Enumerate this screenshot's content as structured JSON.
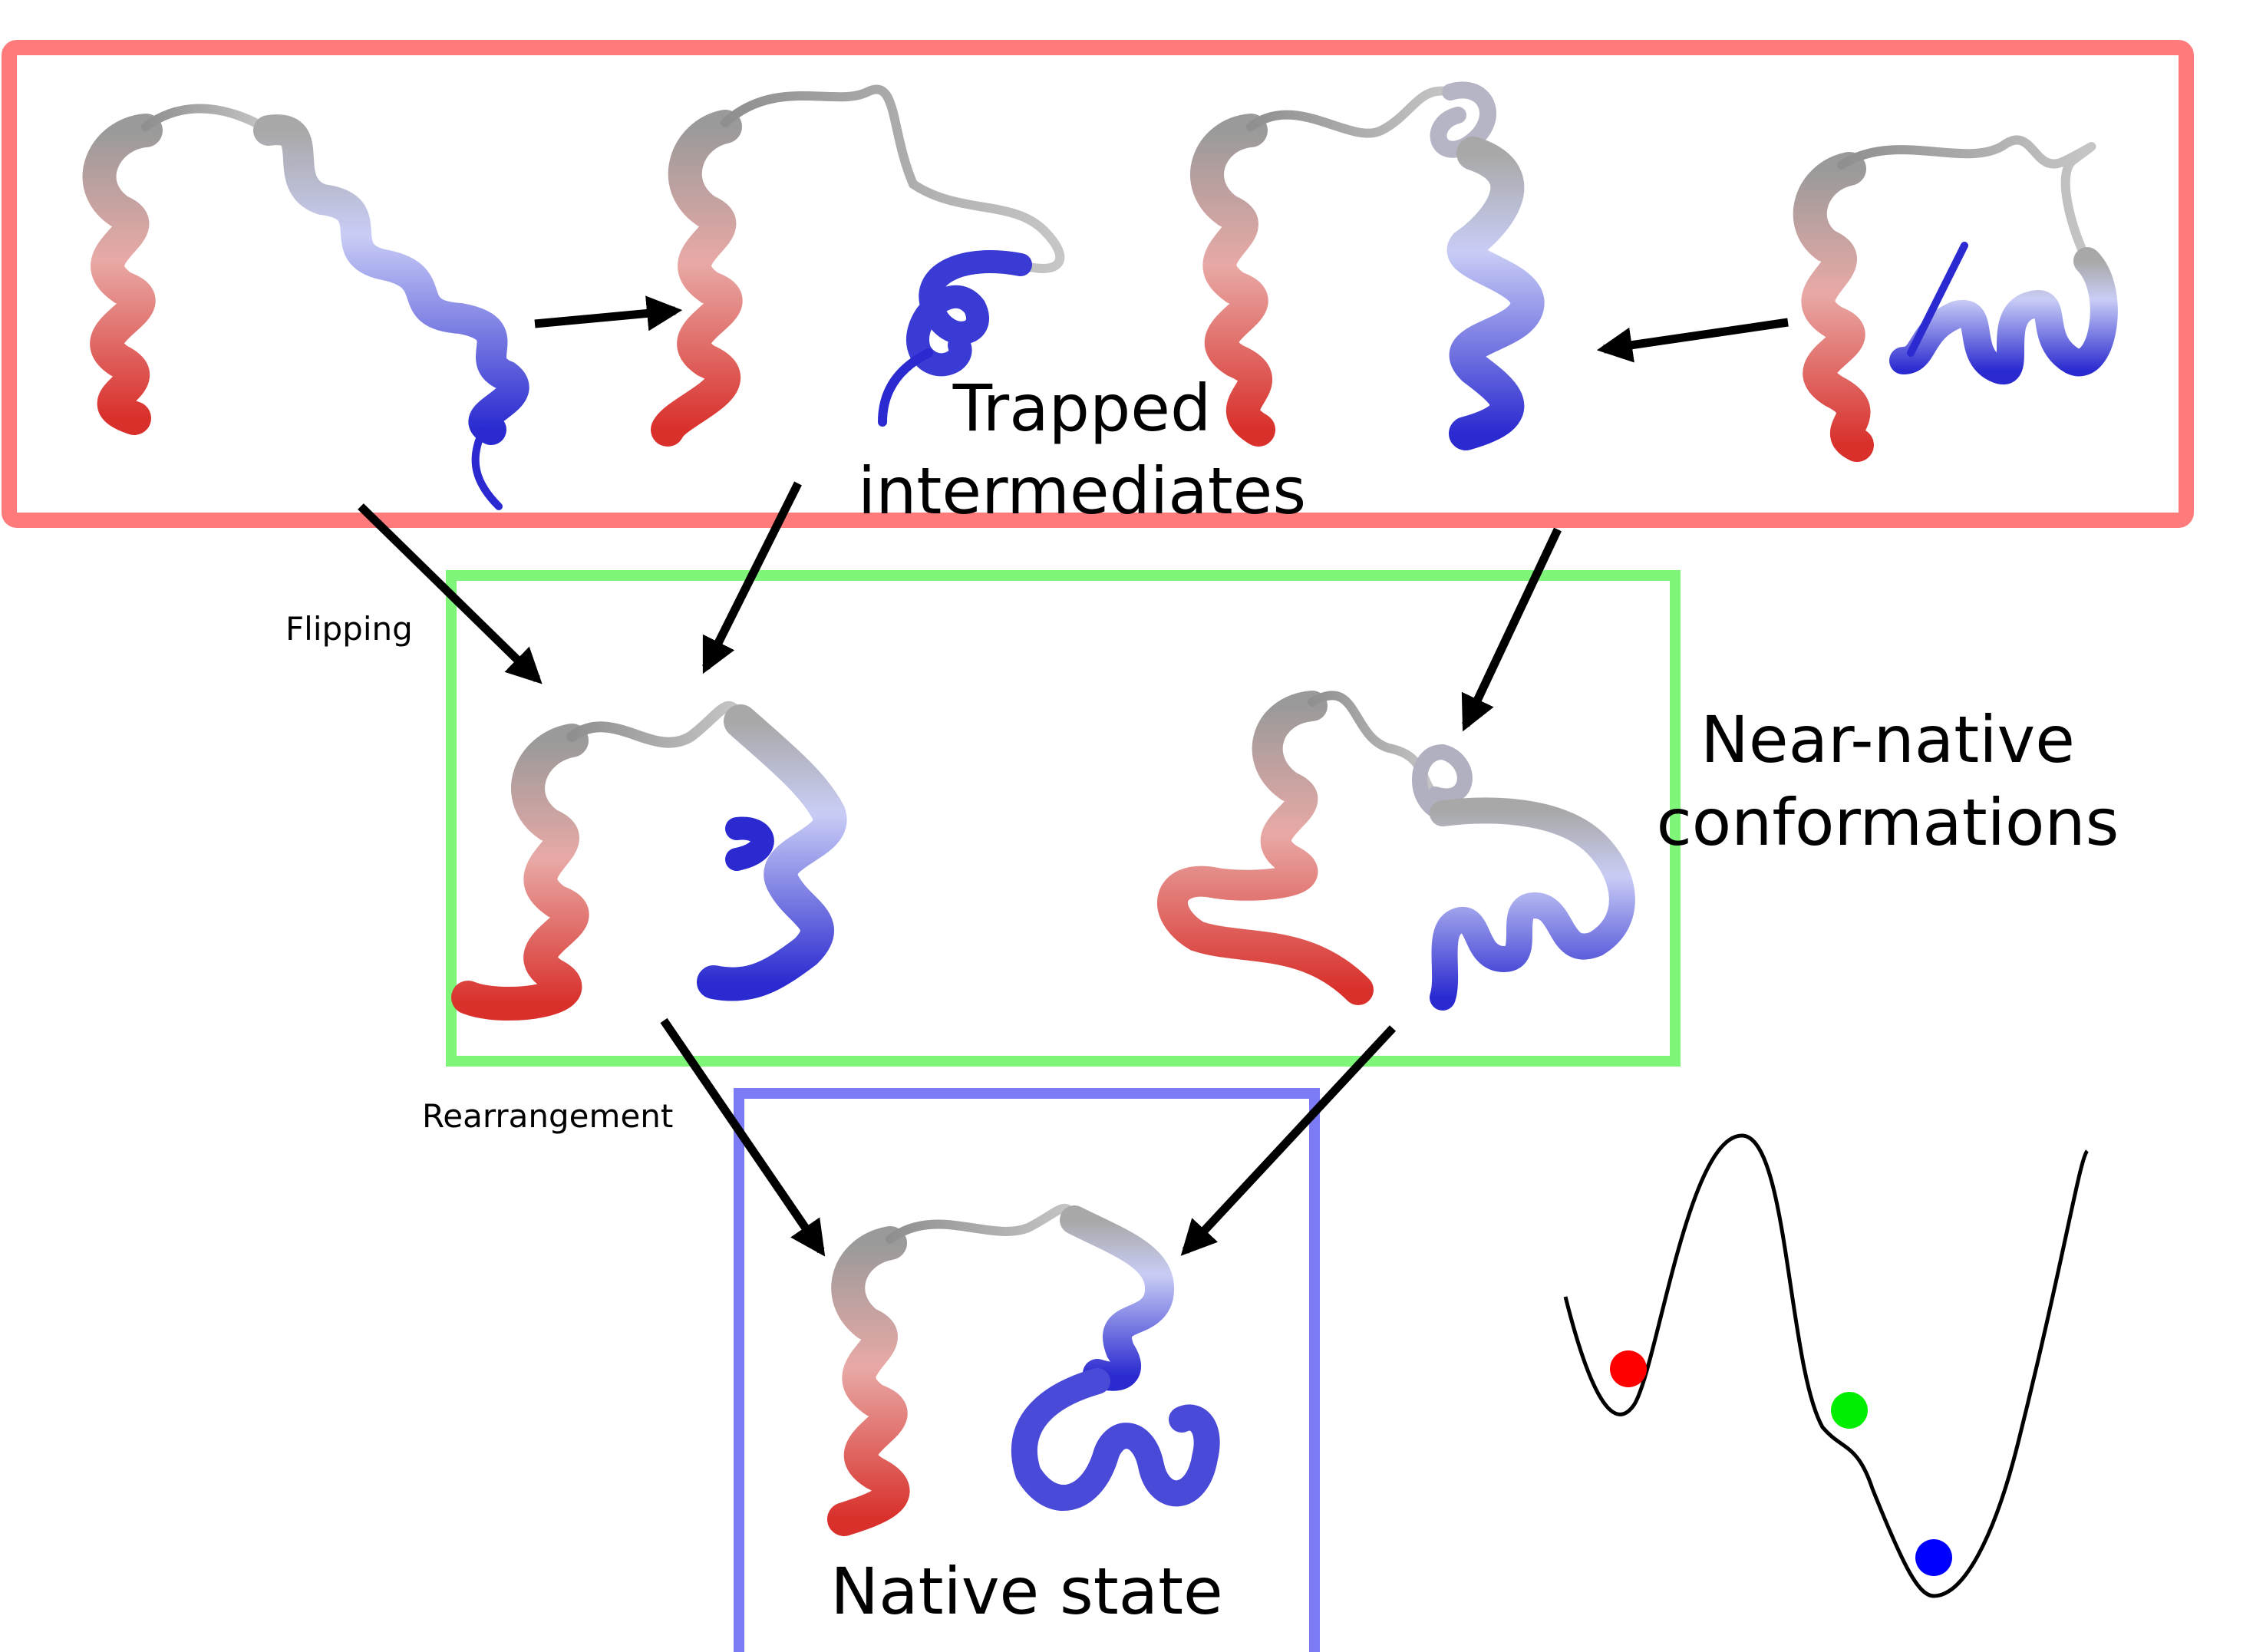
{
  "labels": {
    "trapped_line1": "Trapped",
    "trapped_line2": "intermediates",
    "near_native_line1": "Near-native",
    "near_native_line2": "conformations",
    "native_state": "Native state",
    "flipping": "Flipping",
    "rearrangement": "Rearrangement"
  },
  "colors": {
    "trapped_box": "#ff7b7b",
    "near_native_box": "#7ff57a",
    "native_box": "#7b7bf5",
    "n_terminus": "#d9302b",
    "middle": "#bfbfbf",
    "c_terminus": "#2a2ad0",
    "ball_trapped": "#ff0000",
    "ball_near_native": "#00ee00",
    "ball_native": "#0000ff"
  },
  "energy_landscape": {
    "description_icon": "double-well-energy-landscape",
    "states": [
      "trapped",
      "near-native",
      "native"
    ]
  }
}
